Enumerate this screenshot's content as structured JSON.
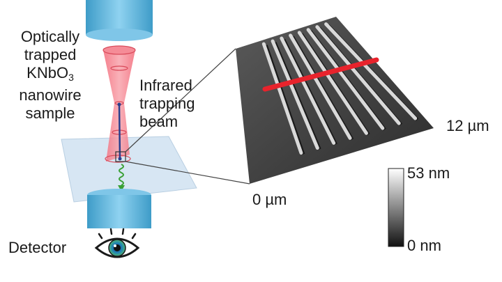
{
  "labels": {
    "sample_line1": "Optically",
    "sample_line2": "trapped",
    "sample_line3_pre": "KNbO",
    "sample_line3_sub": "3",
    "sample_line4": "nanowire",
    "sample_line5": "sample",
    "beam_line1": "Infrared",
    "beam_line2": "trapping",
    "beam_line3": "beam",
    "detector": "Detector",
    "axis_x_max": "12 µm",
    "axis_origin": "0 µm",
    "scale_max": "53 nm",
    "scale_min": "0 nm"
  },
  "colors": {
    "objective_blue": "#5fb8e0",
    "beam_red": "#f07a86",
    "sample_plane": "#d7e6f3",
    "nanowire": "#2a3f8c",
    "emission_green": "#3aa035",
    "afm_marker": "#e8232c",
    "afm_surface": "#3c3c3c"
  },
  "scale_bar": {
    "min_nm": 0,
    "max_nm": 53
  },
  "afm": {
    "nanowire_count": 8
  },
  "icons": {
    "eye": "eye-icon"
  }
}
